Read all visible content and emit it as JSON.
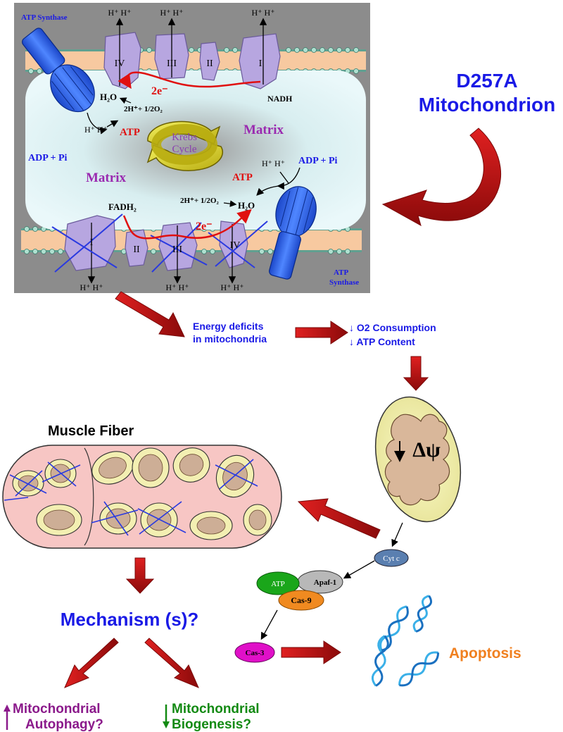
{
  "title": {
    "line1": "D257A",
    "line2": "Mitochondrion"
  },
  "mito_panel": {
    "atp_synthase_top": "ATP Synthase",
    "atp_synthase_bottom_1": "ATP",
    "atp_synthase_bottom_2": "Synthase",
    "complex_labels_top": [
      "IV",
      "III",
      "II",
      "I"
    ],
    "complex_labels_bottom": [
      "I",
      "II",
      "III",
      "IV"
    ],
    "proton_pair": "H⁺ H⁺",
    "water": "H₂O",
    "oxygen_reaction": "2H⁺+ 1/2O₂",
    "electrons": "2e⁻",
    "nadh": "NADH",
    "fadh2": "FADH₂",
    "atp": "ATP",
    "adp_pi": "ADP + Pi",
    "matrix": "Matrix",
    "krebs_1": "Krebs",
    "krebs_2": "Cycle"
  },
  "flow": {
    "energy_deficits_1": "Energy deficits",
    "energy_deficits_2": "in mitochondria",
    "o2_consumption": "↓ O2 Consumption",
    "atp_content": "↓ ATP Content",
    "delta_psi": "Δψ",
    "cyt_c": "Cyt c",
    "atp_oval": "ATP",
    "apaf1": "Apaf-1",
    "cas9": "Cas-9",
    "cas3": "Cas-3",
    "apoptosis": "Apoptosis"
  },
  "muscle": {
    "title": "Muscle Fiber",
    "mechanism": "Mechanism (s)?",
    "autophagy_1": "Mitochondrial",
    "autophagy_2": "Autophagy?",
    "biogenesis_1": "Mitochondrial",
    "biogenesis_2": "Biogenesis?"
  },
  "colors": {
    "panel_gray": "#8c8c8c",
    "blue_text": "#1a1ae6",
    "red_arrow": "#cc1010",
    "purple": "#8b1a8b",
    "green": "#138a13",
    "orange": "#f08020",
    "complex_lavender": "#b7a6e0",
    "atp_synthase_blue": "#2f64e0"
  }
}
